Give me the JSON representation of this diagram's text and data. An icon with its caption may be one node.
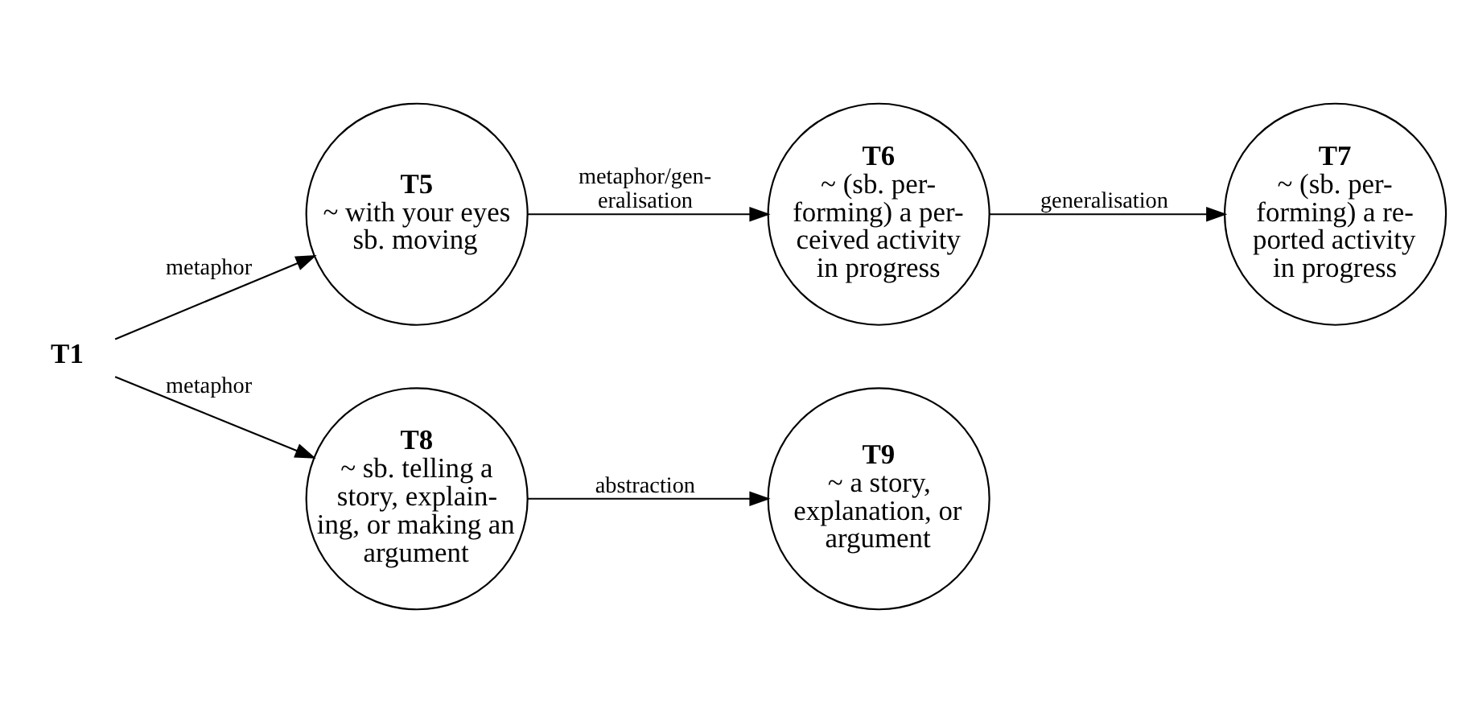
{
  "diagram": {
    "nodes": [
      {
        "text": [
          "T1"
        ]
      },
      {
        "text": [
          "T5",
          "~ with your eyes",
          "sb. moving"
        ]
      },
      {
        "text": [
          "T6",
          "~ (sb. per- forming) a per- ceived activity in progress"
        ]
      },
      {
        "text": [
          "T7",
          "~ (sb. per- forming) a re- ported activity in progress"
        ]
      },
      {
        "text": [
          "T8",
          "~ sb. telling a story, explain- ing, or making an argument"
        ]
      },
      {
        "text": [
          "T9",
          "~ a story, explanation, or argument"
        ]
      }
    ],
    "edges": [
      {
        "from": 0,
        "to": 1,
        "arrow": "to",
        "label": "metaphor"
      },
      {
        "from": 1,
        "to": 2,
        "arrow": "to",
        "label": "metaphor/gen- eralisation"
      },
      {
        "from": 2,
        "to": 3,
        "arrow": "to",
        "label": "generalisation"
      },
      {
        "from": 0,
        "to": 4,
        "arrow": "to",
        "label": "metaphor"
      },
      {
        "from": 4,
        "to": 5,
        "arrow": "to",
        "label": "abstraction"
      }
    ]
  }
}
